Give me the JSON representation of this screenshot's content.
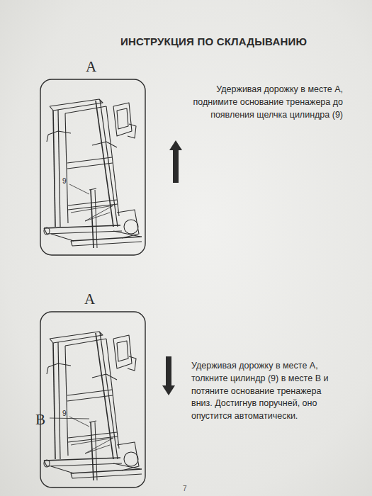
{
  "diagram": {
    "title": "ИНСТРУКЦИЯ ПО СКЛАДЫВАНИЮ",
    "labels": [
      "A",
      "9",
      "Удерживая дорожку в месте А, поднимите основание тренажера до появления щелчка цилиндра (9)",
      "A",
      "9",
      "B",
      "Удерживая дорожку в месте А, толкните цилиндр (9) в месте В и потяните основание тренажера вниз. Достигнув поручней, оно опустится автоматически.",
      "7"
    ]
  }
}
